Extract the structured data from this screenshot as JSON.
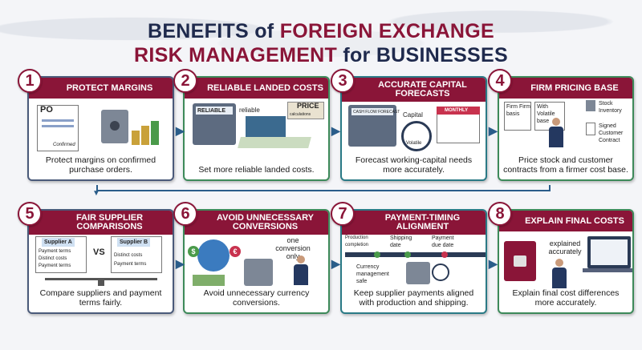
{
  "title": {
    "line1_a": "BENEFITS of ",
    "line1_b": "FOREIGN EXCHANGE",
    "line2_a": "RISK MANAGEMENT",
    "line2_b": " for BUSINESSES"
  },
  "panels": [
    {
      "num": "1",
      "heading": "PROTECT MARGINS",
      "caption": "Protect margins on confirmed purchase orders.",
      "labels": [
        "PO",
        "Confirmed"
      ]
    },
    {
      "num": "2",
      "heading": "RELIABLE LANDED COSTS",
      "caption": "Set more reliable landed costs.",
      "labels": [
        "RELIABLE",
        "reliable",
        "PRICE",
        "calculations"
      ]
    },
    {
      "num": "3",
      "heading": "ACCURATE CAPITAL FORECASTS",
      "caption": "Forecast working-capital needs more accurately.",
      "labels": [
        "CASH FLOW FORECAST",
        "Capital",
        "MONTHLY",
        "Volatile"
      ]
    },
    {
      "num": "4",
      "heading": "FIRM PRICING BASE",
      "caption": "Price stock and customer contracts from a firmer cost base.",
      "labels": [
        "Firm Firm basis",
        "With Volatile base",
        "Stock Inventory",
        "Signed Customer Contract"
      ]
    },
    {
      "num": "5",
      "heading": "FAIR SUPPLIER COMPARISONS",
      "caption": "Compare suppliers and payment terms fairly.",
      "labels": [
        "Supplier A",
        "Supplier B",
        "VS",
        "Payment terms",
        "Distinct costs",
        "Payment terms",
        "Distinct costs",
        "Payment terms"
      ]
    },
    {
      "num": "6",
      "heading": "AVOID UNNECESSARY CONVERSIONS",
      "caption": "Avoid unnecessary currency conversions.",
      "labels": [
        "one conversion only",
        "$",
        "€"
      ]
    },
    {
      "num": "7",
      "heading": "PAYMENT-TIMING ALIGNMENT",
      "caption": "Keep supplier payments aligned with production and shipping.",
      "labels": [
        "Production completion",
        "Shipping date",
        "Payment due date",
        "Currency management safe"
      ]
    },
    {
      "num": "8",
      "heading": "EXPLAIN FINAL COSTS",
      "caption": "Explain final cost differences more accurately.",
      "labels": [
        "explained accurately"
      ]
    }
  ],
  "colors": {
    "maroon": "#8a1538",
    "navy": "#1f2a4d",
    "arrow": "#2a5d8a"
  }
}
